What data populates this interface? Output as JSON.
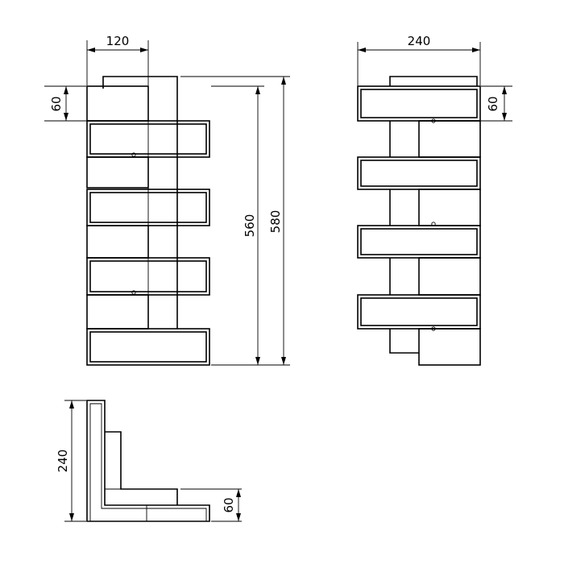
{
  "views": {
    "front": {
      "dim_width": "120",
      "dim_block": "60",
      "dim_inner_height": "560",
      "dim_total_height": "580"
    },
    "side": {
      "dim_width": "240",
      "dim_block": "60"
    },
    "top": {
      "dim_height": "240",
      "dim_block": "60"
    }
  }
}
